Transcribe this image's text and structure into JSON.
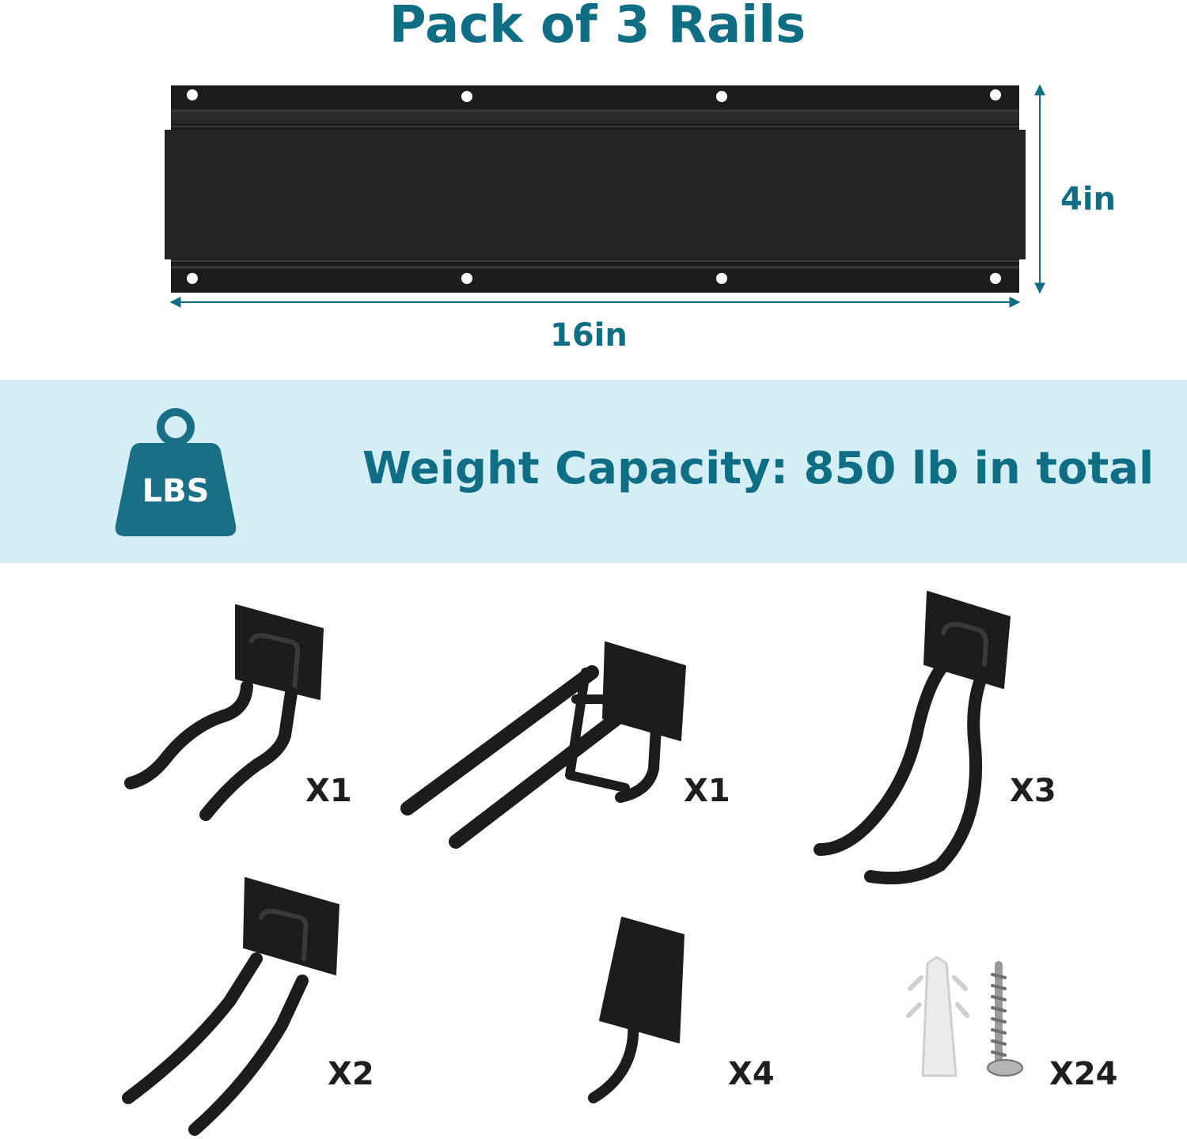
{
  "header": {
    "title": "Pack of 3 Rails"
  },
  "rail": {
    "width_label": "16in",
    "height_label": "4in"
  },
  "capacity": {
    "icon_label": "LBS",
    "text": "Weight Capacity: 850 lb in total"
  },
  "items": [
    {
      "name": "double-hook",
      "quantity": "X1"
    },
    {
      "name": "long-double-hook",
      "quantity": "X1"
    },
    {
      "name": "bike-hook",
      "quantity": "X3"
    },
    {
      "name": "utility-hook",
      "quantity": "X2"
    },
    {
      "name": "single-hook",
      "quantity": "X4"
    },
    {
      "name": "screws-and-anchors",
      "quantity": "X24"
    }
  ],
  "colors": {
    "accent": "#106e84",
    "band": "#d3eef5",
    "hardware": "#1c1c1c",
    "icon": "#1a6f86"
  }
}
